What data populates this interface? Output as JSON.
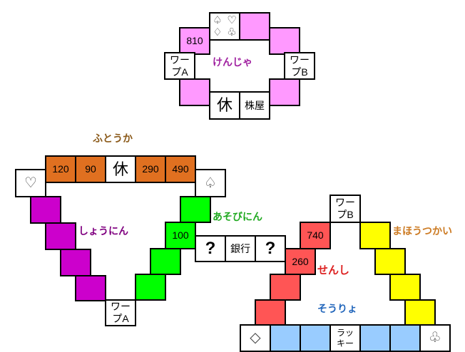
{
  "areas": {
    "kenja": {
      "label": "けんじゃ",
      "color": "#a020a0"
    },
    "futouka": {
      "label": "ふとうか",
      "color": "#8b5a1a"
    },
    "shounin": {
      "label": "しょうにん",
      "color": "#800080"
    },
    "asobinin": {
      "label": "あそびにん",
      "color": "#22aa22"
    },
    "mahoutsukai": {
      "label": "まほうつかい",
      "color": "#cc7a22"
    },
    "senshi": {
      "label": "せんし",
      "color": "#dd2222"
    },
    "souryo": {
      "label": "そうりょ",
      "color": "#2266bb"
    }
  },
  "cells": {
    "suits_all": {
      "spade": "♤",
      "heart": "♡",
      "diamond": "♢",
      "club": "♧"
    },
    "kenja_810": "810",
    "warp_a": "ワー\nプA",
    "warp_b": "ワー\nプB",
    "rest": "休",
    "stock": "株屋",
    "futouka": [
      "120",
      "90",
      "290",
      "490"
    ],
    "heart": "♡",
    "spade": "♤",
    "asobinin_100": "100",
    "chance": "?",
    "bank": "銀行",
    "senshi": [
      "740",
      "260"
    ],
    "diamond": "◇",
    "club": "♧",
    "lucky": "ラッ\nキー"
  },
  "colors": {
    "kenja": "#ff99ff",
    "futouka": "#e07020",
    "shounin": "#cc00cc",
    "asobinin": "#00ff00",
    "senshi": "#ff5555",
    "mahoutsukai": "#ffff00",
    "souryo": "#99ccff"
  }
}
